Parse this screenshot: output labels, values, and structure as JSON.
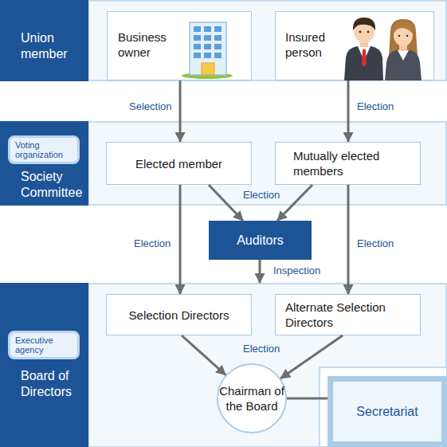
{
  "diagram": {
    "nodes": [
      {
        "text": [
          "Union member"
        ]
      },
      {
        "text": [
          "Business owner"
        ],
        "in": 0
      },
      {
        "text": [
          "Insured person"
        ],
        "in": 0
      },
      {
        "text": [
          "Society Committee"
        ]
      },
      {
        "text": [
          "Voting organization"
        ],
        "in": 3
      },
      {
        "text": [
          "Elected member"
        ],
        "in": 3
      },
      {
        "text": [
          "Mutually elected members"
        ],
        "in": 3
      },
      {
        "text": [
          "Auditors"
        ]
      },
      {
        "text": [
          "Board of Directors"
        ]
      },
      {
        "text": [
          "Executive agency"
        ],
        "in": 8
      },
      {
        "text": [
          "Selection Directors"
        ],
        "in": 8
      },
      {
        "text": [
          "Alternate Selection Directors"
        ],
        "in": 8
      },
      {
        "text": [
          "Chairman of the Board"
        ],
        "in": 8
      },
      {
        "text": [
          "Secretariat"
        ],
        "in": 8
      }
    ],
    "edges": [
      {
        "from": 1,
        "to": 5,
        "label": "Selection",
        "arrow": "to"
      },
      {
        "from": 2,
        "to": 6,
        "label": "Election",
        "arrow": "to"
      },
      {
        "from": 5,
        "to": 7,
        "label": "Election",
        "arrow": "to"
      },
      {
        "from": 6,
        "to": 7,
        "arrow": "to"
      },
      {
        "from": 5,
        "to": 10,
        "label": "Election",
        "arrow": "to"
      },
      {
        "from": 6,
        "to": 11,
        "label": "Election",
        "arrow": "to"
      },
      {
        "from": 7,
        "to": 8,
        "label": "Inspection",
        "arrow": "to"
      },
      {
        "from": 10,
        "to": 12,
        "label": "Election",
        "arrow": "to"
      },
      {
        "from": 11,
        "to": 12,
        "arrow": "to"
      },
      {
        "from": 12,
        "to": 13,
        "arrow": "none"
      }
    ]
  }
}
